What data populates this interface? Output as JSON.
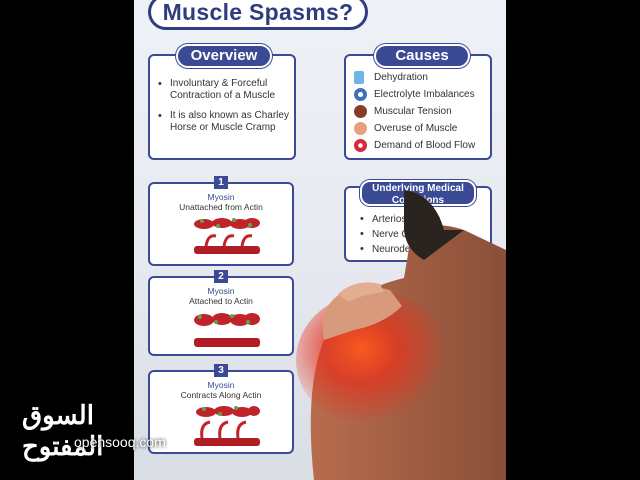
{
  "title": "Muscle Spasms?",
  "overview": {
    "heading": "Overview",
    "items": [
      "Involuntary & Forceful Contraction of a Muscle",
      "It is also known as Charley Horse or Muscle Cramp"
    ]
  },
  "causes": {
    "heading": "Causes",
    "items": [
      {
        "label": "Dehydration",
        "icon": "water-glass-icon"
      },
      {
        "label": "Electrolyte Imbalances",
        "icon": "electrolyte-icon"
      },
      {
        "label": "Muscular Tension",
        "icon": "tension-icon"
      },
      {
        "label": "Overuse of Muscle",
        "icon": "muscle-arm-icon"
      },
      {
        "label": "Demand of Blood Flow",
        "icon": "blood-drop-icon"
      }
    ]
  },
  "conditions": {
    "heading_line1": "Underlying Medical",
    "heading_line2": "Conditions",
    "items": [
      "Arteriosclerosis",
      "Nerve Compression",
      "Neurodegeneration"
    ]
  },
  "stages": [
    {
      "number": "1",
      "line1": "Myosin",
      "line2": "Unattached from Actin"
    },
    {
      "number": "2",
      "line1": "Myosin",
      "line2": "Attached to Actin"
    },
    {
      "number": "3",
      "line1": "Myosin",
      "line2": "Contracts Along Actin"
    }
  ],
  "watermark": {
    "arabic": "السوق المفتوح",
    "latin": "opensooq.com"
  },
  "colors": {
    "navy": "#3a4a94",
    "muscle_red": "#c0242a",
    "pain_orange": "#ff5a1e",
    "skin": "#c8876a"
  }
}
